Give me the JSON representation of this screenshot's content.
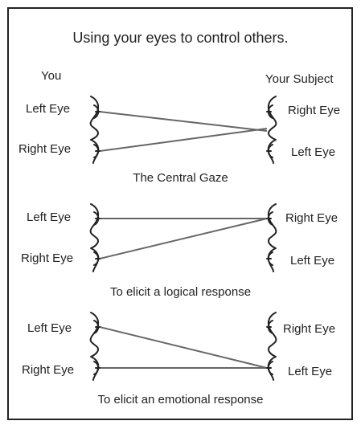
{
  "title": "Using your eyes to control others.",
  "headers": {
    "you": "You",
    "subject": "Your Subject"
  },
  "panels": [
    {
      "you": {
        "top": "Left Eye",
        "bottom": "Right Eye"
      },
      "subject": {
        "top": "Right Eye",
        "bottom": "Left Eye"
      },
      "caption": "The Central Gaze"
    },
    {
      "you": {
        "top": "Left Eye",
        "bottom": "Right Eye"
      },
      "subject": {
        "top": "Right Eye",
        "bottom": "Left Eye"
      },
      "caption": "To elicit  a logical response"
    },
    {
      "you": {
        "top": "Left Eye",
        "bottom": "Right Eye"
      },
      "subject": {
        "top": "Right Eye",
        "bottom": "Left Eye"
      },
      "caption": "To elicit an emotional response"
    }
  ],
  "colors": {
    "line": "#666666",
    "profile": "#222222",
    "text": "#222222"
  }
}
